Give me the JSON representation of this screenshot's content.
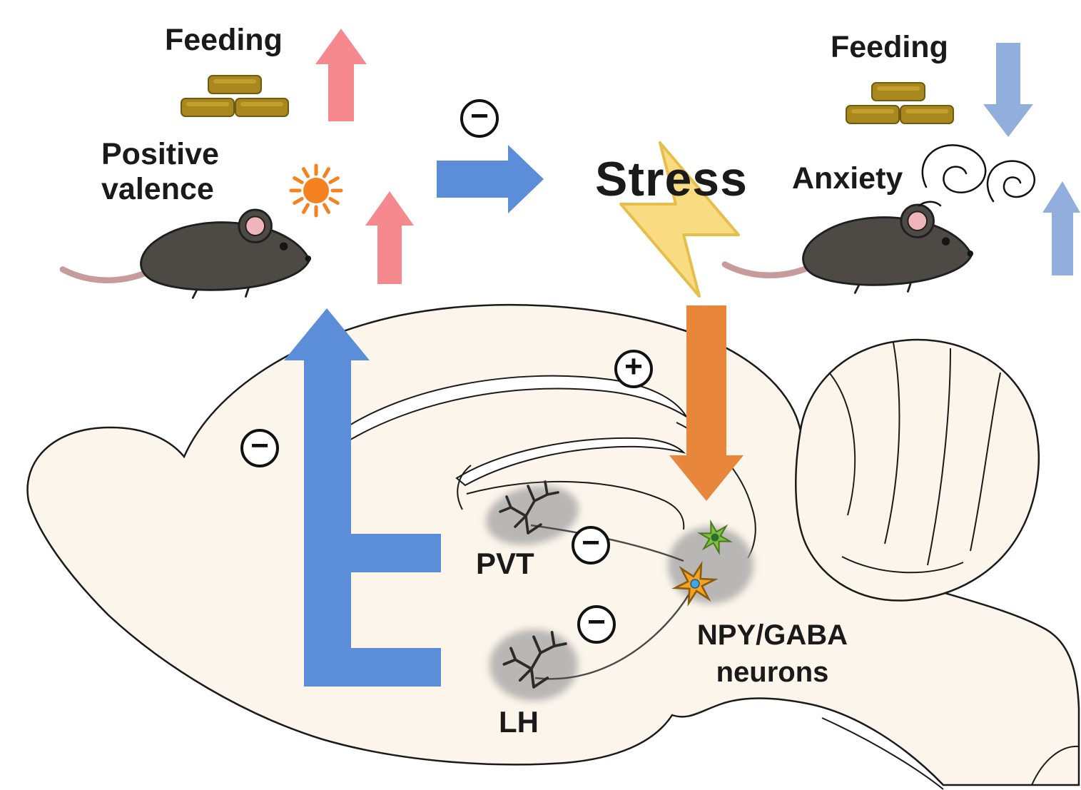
{
  "top_left": {
    "feeding": "Feeding",
    "valence_line1": "Positive",
    "valence_line2": "valence"
  },
  "center": {
    "stress": "Stress"
  },
  "top_right": {
    "feeding": "Feeding",
    "anxiety": "Anxiety"
  },
  "brain": {
    "pvt": "PVT",
    "lh": "LH",
    "npy_line1": "NPY/GABA",
    "npy_line2": "neurons"
  },
  "signs": {
    "minus": "−",
    "plus": "+"
  },
  "icons": [
    "sun-icon",
    "lightning-bolt-icon",
    "mouse-illustration",
    "food-pellets-icon",
    "anxiety-scribble-icon",
    "neuron-icon"
  ],
  "colors": {
    "pink_arrow": "#F6898E",
    "blue_arrow": "#5B8DD9",
    "light_blue_arrow": "#92AEDD",
    "orange_arrow": "#E8863C",
    "lightning_fill": "#F9DC82",
    "sun_orange": "#F58220",
    "pellet_gold": "#A8871E",
    "brain_fill": "#FBF5EB",
    "region_gray": "#A8A8A8",
    "npy_green": "#7FBF3F",
    "npy_orange": "#F6A21E"
  }
}
